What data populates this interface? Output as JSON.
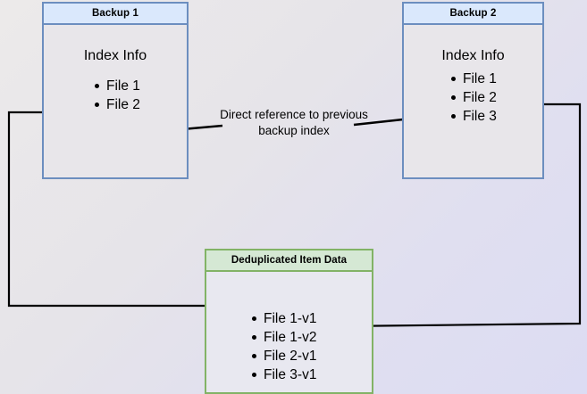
{
  "diagram": {
    "title_text": "Direct reference to previous backup index",
    "colors": {
      "blue_border": "#6c8ebf",
      "blue_header_fill": "#dae8fc",
      "green_border": "#82b366",
      "green_header_fill": "#d5e8d4",
      "box_body_fill": "#e8e6ea",
      "edge_stroke": "#000000",
      "background_start": "#eceaea",
      "background_end": "#dcdcf3"
    },
    "boxes": [
      {
        "id": "backup1",
        "header": "Backup 1",
        "section_label": "Index Info",
        "items": [
          "File 1",
          "File 2"
        ]
      },
      {
        "id": "backup2",
        "header": "Backup 2",
        "section_label": "Index Info",
        "items": [
          "File 1",
          "File 2",
          "File 3"
        ]
      },
      {
        "id": "dedup",
        "header": "Deduplicated Item Data",
        "items": [
          "File 1-v1",
          "File 1-v2",
          "File 2-v1",
          "File 3-v1"
        ]
      }
    ],
    "edges": [
      {
        "id": "backup1-file1-to-dedup-file1v1",
        "label": "",
        "arrowhead": "end"
      },
      {
        "id": "backup2-file1-to-dedup-file1v2",
        "label": "",
        "arrowhead": "end"
      },
      {
        "id": "backup2-index-to-backup1-file2",
        "label": "Direct reference to previous backup index",
        "arrowhead": "end"
      }
    ]
  }
}
